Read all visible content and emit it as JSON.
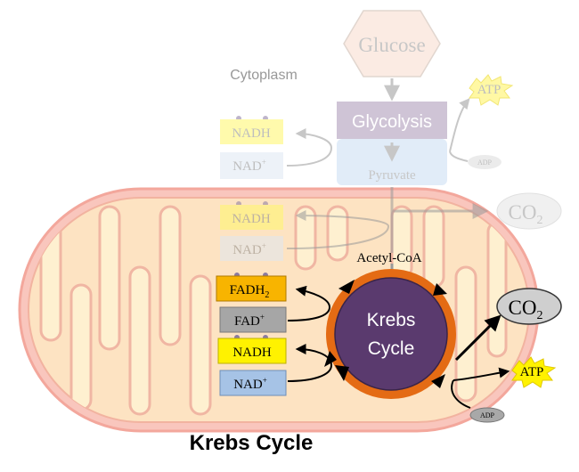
{
  "labels": {
    "glucose": "Glucose",
    "cytoplasm": "Cytoplasm",
    "glycolysis": "Glycolysis",
    "pyruvate": "Pyruvate",
    "atp_top": "ATP",
    "adp_top": "ADP",
    "nadh_top": "NADH",
    "nad_top": "NAD",
    "nadh_mid": "NADH",
    "nad_mid": "NAD",
    "co2_top": "CO",
    "acetyl_coa": "Acetyl-CoA",
    "fadh2": "FADH",
    "fad": "FAD",
    "nadh_bottom": "NADH",
    "nad_bottom": "NAD",
    "krebs_line1": "Krebs",
    "krebs_line2": "Cycle",
    "co2_bottom": "CO",
    "atp_bottom": "ATP",
    "adp_bottom": "ADP",
    "caption": "Krebs Cycle",
    "sub_2": "2",
    "sup_plus": "+"
  },
  "colors": {
    "mito_outer": "#f7b6ae",
    "mito_fill": "#fde2b8",
    "krebs_fill": "#5a3a6e",
    "krebs_ring": "#e46b14",
    "glycolysis_box": "#b6a7bf",
    "pyruvate_box": "#cfe0f2",
    "fadh2_box": "#f8b400",
    "fad_box": "#a6a6a6",
    "nadh_box": "#fff200",
    "nad_box": "#a6c3e6",
    "atp_star": "#fff200",
    "co2_ellipse": "#c8c8c8"
  }
}
